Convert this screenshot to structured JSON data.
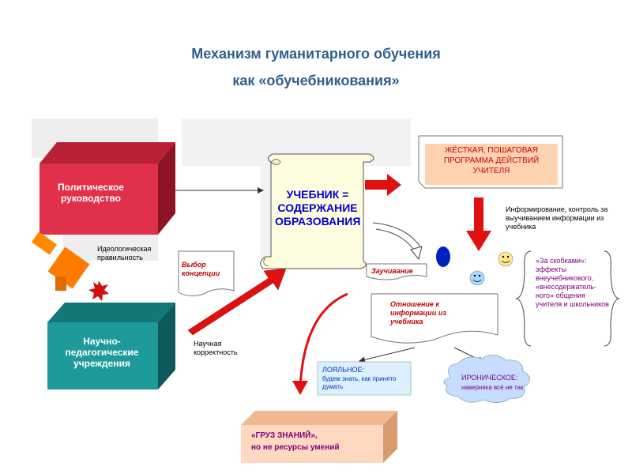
{
  "title": {
    "line1": "Механизм гуманитарного обучения",
    "line2": "как «обучебникования»"
  },
  "boxes": {
    "political": "Политическое руководство",
    "scientific": "Научно-педагогические учреждения",
    "textbook": "УЧЕБНИК = СОДЕРЖАНИЕ ОБРАЗОВАНИЯ",
    "program": "ЖЁСТКАЯ, ПОШАГОВАЯ ПРОГРАММА ДЕЙСТВИЙ УЧИТЕЛЯ",
    "cargo_line1": "«ГРУЗ ЗНАНИЙ»,",
    "cargo_line2": "но не ресурсы умений"
  },
  "labels": {
    "ideological": "Идеологическая правильность",
    "concept": "Выбор концепции",
    "scientific_correctness": "Научная корректность",
    "informing": "Информирование, контроль за выучиванием информации из учебника",
    "memorizing": "Заучивание",
    "attitude": "Отношение к информации из учебника",
    "brackets": "«За скобками»: эффекты внеучебникового, «внесодержатель-ного» общения учителя и школьников",
    "loyal_title": "ЛОЯЛЬНОЕ:",
    "loyal_text": "будем знать, как принято думать",
    "ironic_title": "ИРОНИЧЕСКОЕ:",
    "ironic_text": "наверняка всё не так"
  },
  "colors": {
    "title": "#2f5f8f",
    "political": "#e0304a",
    "scientific": "#1f9a9a",
    "arrow_red": "#e01010",
    "scroll": "#fffde0",
    "textbook_text": "#0000cc",
    "purple": "#800080"
  }
}
